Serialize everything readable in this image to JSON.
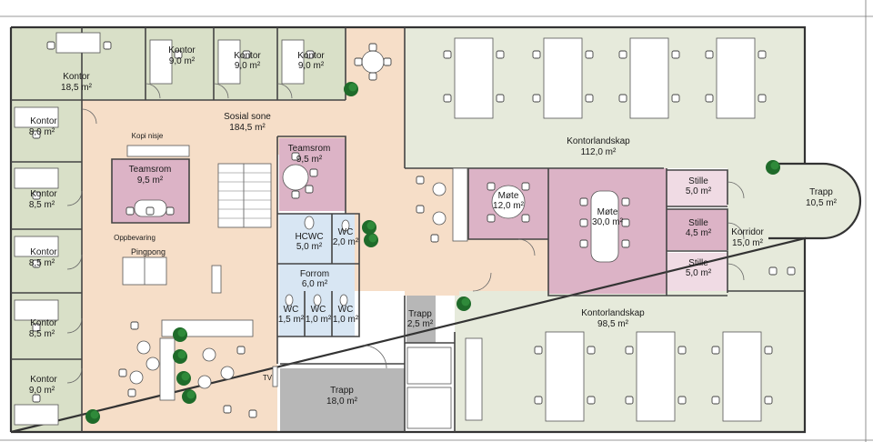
{
  "colors": {
    "office": "#d9e0c8",
    "office_landscape": "#e6eadb",
    "social": "#f6dec8",
    "meeting": "#dcb3c6",
    "quiet": "#f0dbe4",
    "wet": "#d8e6f3",
    "stair": "#b7b7b7",
    "wall": "#333333",
    "plant": "#1f6b2a"
  },
  "rooms": {
    "kontor_top_left": {
      "name": "Kontor",
      "area": "18,5 m²"
    },
    "kontor_top_2": {
      "name": "Kontor",
      "area": "9,0 m²"
    },
    "kontor_top_3": {
      "name": "Kontor",
      "area": "9,0 m²"
    },
    "kontor_top_4": {
      "name": "Kontor",
      "area": "9,0 m²"
    },
    "kontor_left_1": {
      "name": "Kontor",
      "area": "8,0 m²"
    },
    "kontor_left_2": {
      "name": "Kontor",
      "area": "8,5 m²"
    },
    "kontor_left_3": {
      "name": "Kontor",
      "area": "8,5 m²"
    },
    "kontor_left_4": {
      "name": "Kontor",
      "area": "8,5 m²"
    },
    "kontor_left_5": {
      "name": "Kontor",
      "area": "9,0 m²"
    },
    "sosial_sone": {
      "name": "Sosial sone",
      "area": "184,5 m²"
    },
    "teamsrom_left": {
      "name": "Teamsrom",
      "area": "9,5 m²"
    },
    "teamsrom_center": {
      "name": "Teamsrom",
      "area": "9,5 m²"
    },
    "hcwc": {
      "name": "HCWC",
      "area": "5,0 m²"
    },
    "wc_small": {
      "name": "WC",
      "area": "2,0 m²"
    },
    "forrom": {
      "name": "Forrom",
      "area": "6,0 m²"
    },
    "wc_1": {
      "name": "WC",
      "area": "1,5 m²"
    },
    "wc_2": {
      "name": "WC",
      "area": "1,0 m²"
    },
    "wc_3": {
      "name": "WC",
      "area": "1,0 m²"
    },
    "trapp_main": {
      "name": "Trapp",
      "area": "18,0 m²"
    },
    "trapp_small": {
      "name": "Trapp",
      "area": "2,5 m²"
    },
    "trapp_right": {
      "name": "Trapp",
      "area": "10,5 m²"
    },
    "kontorlandskap_top": {
      "name": "Kontorlandskap",
      "area": "112,0 m²"
    },
    "kontorlandskap_bot": {
      "name": "Kontorlandskap",
      "area": "98,5 m²"
    },
    "mote_1": {
      "name": "Møte",
      "area": "12,0 m²"
    },
    "mote_2": {
      "name": "Møte",
      "area": "30,0 m²"
    },
    "stille_1": {
      "name": "Stille",
      "area": "5,0 m²"
    },
    "stille_2": {
      "name": "Stille",
      "area": "4,5 m²"
    },
    "stille_3": {
      "name": "Stille",
      "area": "5,0 m²"
    },
    "korridor": {
      "name": "Korridor",
      "area": "15,0 m²"
    }
  },
  "labels": {
    "kopi_nisje": "Kopi nisje",
    "oppbevaring": "Oppbevaring",
    "pingpong": "Pingpong",
    "tv": "TV"
  },
  "icons": [
    "desk-icon",
    "chair-icon",
    "plant-icon",
    "stair-icon",
    "door-swing-icon",
    "toilet-icon",
    "sink-icon",
    "round-table-icon",
    "pingpong-table-icon"
  ]
}
